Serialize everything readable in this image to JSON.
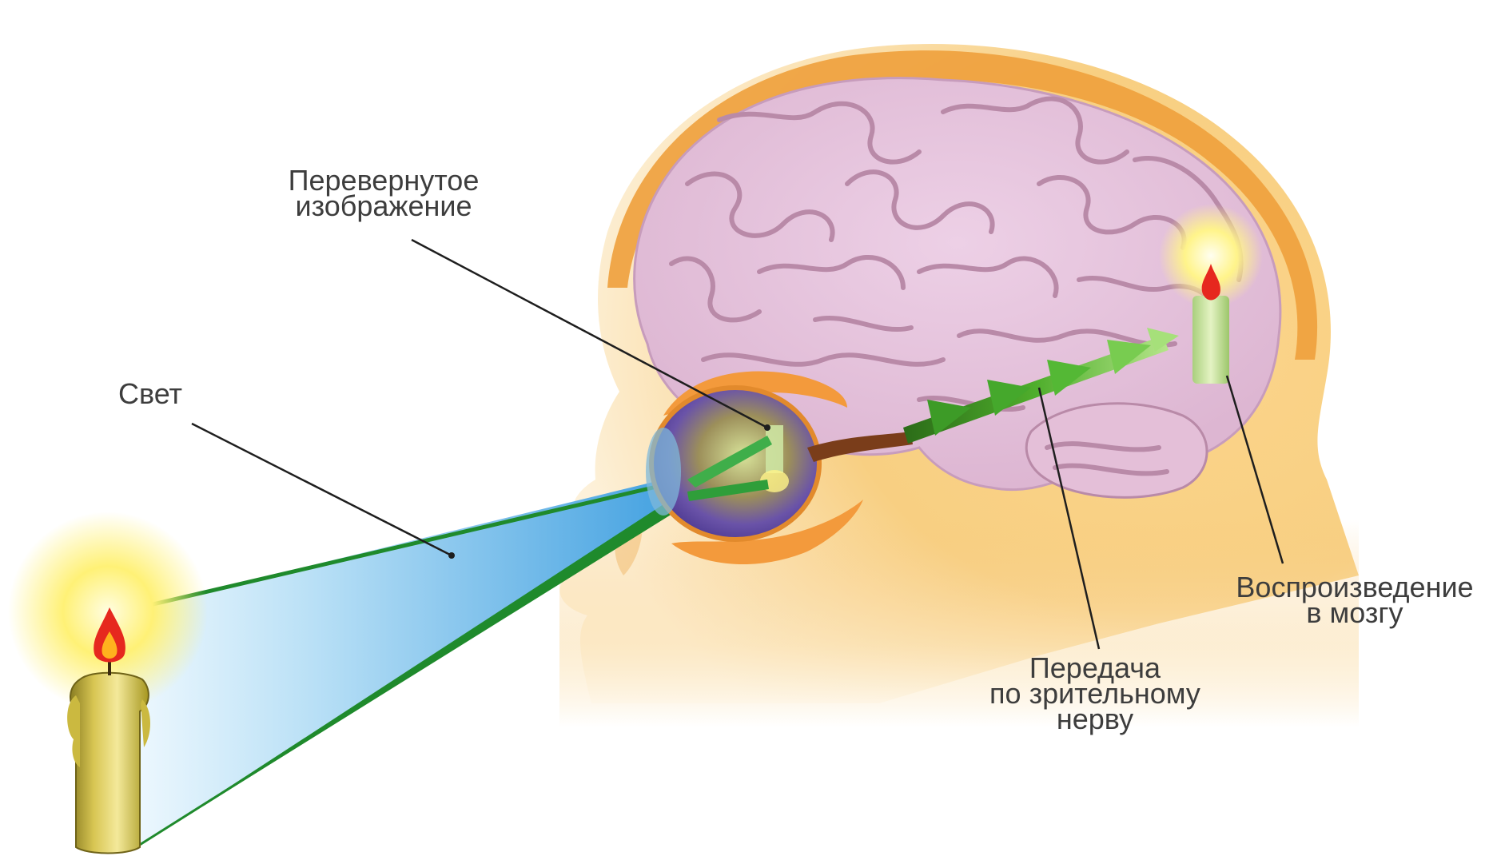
{
  "labels": {
    "inverted_image": {
      "line1": "Перевернутое",
      "line2": "изображение"
    },
    "light": "Свет",
    "optic_nerve": {
      "line1": "Передача",
      "line2": "по зрительному",
      "line3": "нерву"
    },
    "brain": {
      "line1": "Воспроизведение",
      "line2": "в мозгу"
    }
  },
  "colors": {
    "skin": "#f6c778",
    "skin_light": "#fdebc6",
    "skull_rim": "#eea03c",
    "brain": "#e8c4de",
    "brain_gyri": "#b98aa8",
    "light_beam": "#58b3e6",
    "beam_edge": "#1f8a2c",
    "nerve_arrow": "#3d9b27",
    "candle": "#d8c653",
    "flame": "#e6281e",
    "glow": "#fff36b",
    "pointer_line": "#1e1e1e",
    "text": "#3d3d3d"
  }
}
